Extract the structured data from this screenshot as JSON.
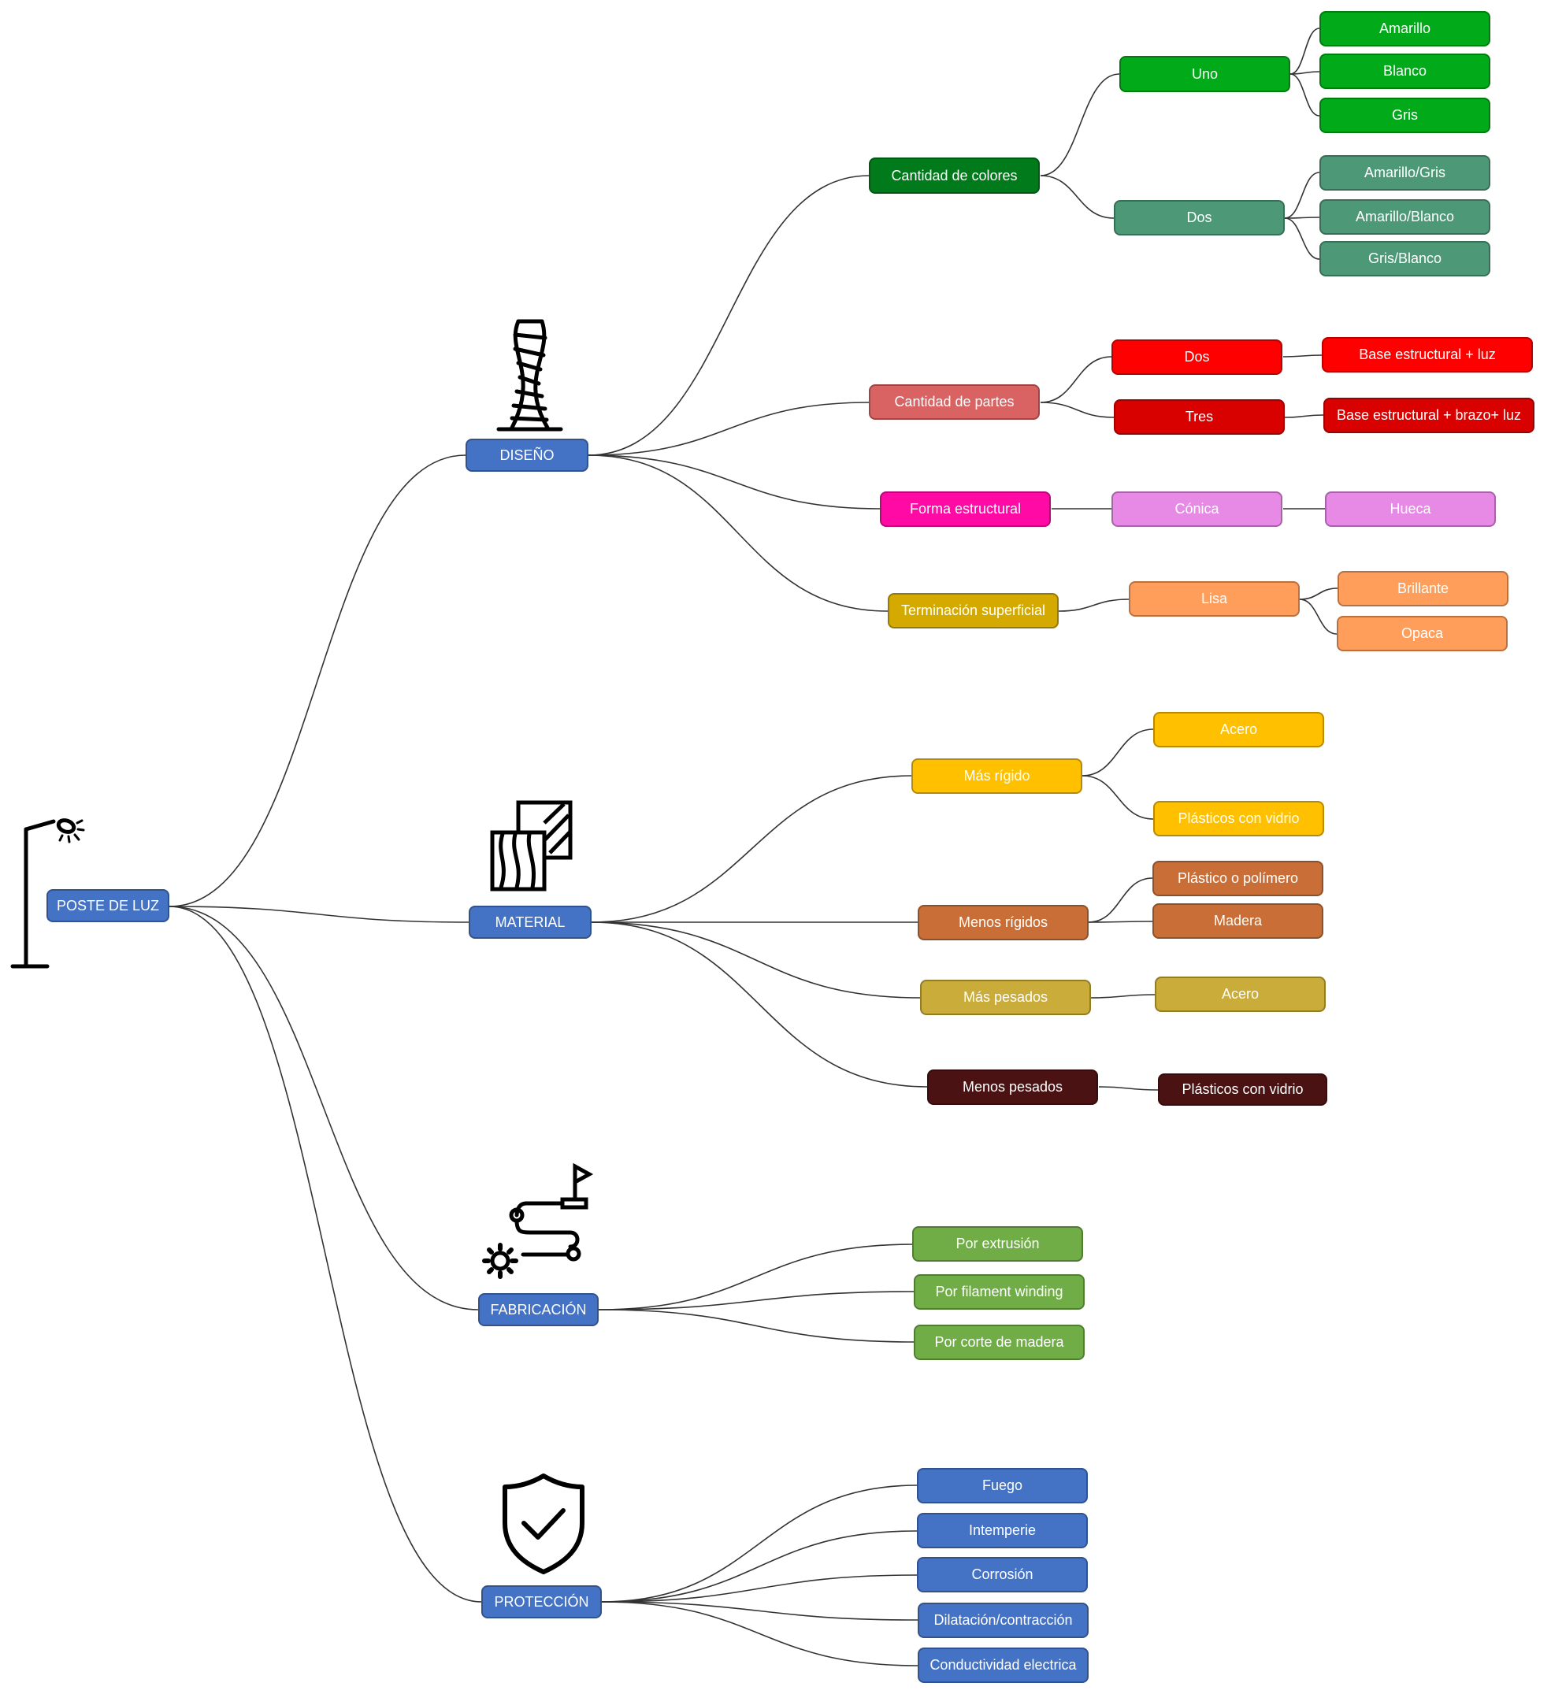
{
  "mindmap": {
    "root": {
      "label": "POSTE DE LUZ",
      "icon": "street-lamp-icon",
      "color": "#4472C4"
    },
    "branches": [
      {
        "label": "DISEÑO",
        "icon": "twisted-tower-icon",
        "color": "#4472C4",
        "children": [
          {
            "label": "Cantidad de colores",
            "color": "#007A1A",
            "children": [
              {
                "label": "Uno",
                "color": "#00AA18",
                "children": [
                  {
                    "label": "Amarillo",
                    "color": "#00AA18"
                  },
                  {
                    "label": "Blanco",
                    "color": "#00AA18"
                  },
                  {
                    "label": "Gris",
                    "color": "#00AA18"
                  }
                ]
              },
              {
                "label": "Dos",
                "color": "#4D9977",
                "children": [
                  {
                    "label": "Amarillo/Gris",
                    "color": "#4D9977"
                  },
                  {
                    "label": "Amarillo/Blanco",
                    "color": "#4D9977"
                  },
                  {
                    "label": "Gris/Blanco",
                    "color": "#4D9977"
                  }
                ]
              }
            ]
          },
          {
            "label": "Cantidad de partes",
            "color": "#D96262",
            "children": [
              {
                "label": "Dos",
                "color": "#FF0000",
                "children": [
                  {
                    "label": "Base estructural + luz",
                    "color": "#FF0000"
                  }
                ]
              },
              {
                "label": "Tres",
                "color": "#D90000",
                "children": [
                  {
                    "label": "Base estructural + brazo+ luz",
                    "color": "#D90000"
                  }
                ]
              }
            ]
          },
          {
            "label": "Forma estructural",
            "color": "#FF0AA5",
            "children": [
              {
                "label": "Cónica",
                "color": "#E68AE6",
                "children": [
                  {
                    "label": "Hueca",
                    "color": "#E68AE6"
                  }
                ]
              }
            ]
          },
          {
            "label": "Terminación superficial",
            "color": "#D4AA00",
            "children": [
              {
                "label": "Lisa",
                "color": "#FF9E5A",
                "children": [
                  {
                    "label": "Brillante",
                    "color": "#FF9E5A"
                  },
                  {
                    "label": "Opaca",
                    "color": "#FF9E5A"
                  }
                ]
              }
            ]
          }
        ]
      },
      {
        "label": "MATERIAL",
        "icon": "wood-texture-icon",
        "color": "#4472C4",
        "children": [
          {
            "label": "Más rígido",
            "color": "#FFC000",
            "children": [
              {
                "label": "Acero",
                "color": "#FFC000"
              },
              {
                "label": "Plásticos con vidrio",
                "color": "#FFC000"
              }
            ]
          },
          {
            "label": "Menos rígidos",
            "color": "#C96E36",
            "children": [
              {
                "label": "Plástico o polímero",
                "color": "#C96E36"
              },
              {
                "label": "Madera",
                "color": "#C96E36"
              }
            ]
          },
          {
            "label": "Más pesados",
            "color": "#C9AC3A",
            "children": [
              {
                "label": "Acero",
                "color": "#C9AC3A"
              }
            ]
          },
          {
            "label": "Menos pesados",
            "color": "#4A1212",
            "children": [
              {
                "label": "Plásticos con vidrio",
                "color": "#4A1212"
              }
            ]
          }
        ]
      },
      {
        "label": "FABRICACIÓN",
        "icon": "process-route-icon",
        "color": "#4472C4",
        "children": [
          {
            "label": "Por extrusión",
            "color": "#70AD47"
          },
          {
            "label": "Por filament winding",
            "color": "#70AD47"
          },
          {
            "label": "Por corte de madera",
            "color": "#70AD47"
          }
        ]
      },
      {
        "label": "PROTECCIÓN",
        "icon": "shield-check-icon",
        "color": "#4472C4",
        "children": [
          {
            "label": "Fuego",
            "color": "#4472C4"
          },
          {
            "label": "Intemperie",
            "color": "#4472C4"
          },
          {
            "label": "Corrosión",
            "color": "#4472C4"
          },
          {
            "label": "Dilatación/contracción",
            "color": "#4472C4"
          },
          {
            "label": "Conductividad electrica",
            "color": "#4472C4"
          }
        ]
      }
    ]
  }
}
